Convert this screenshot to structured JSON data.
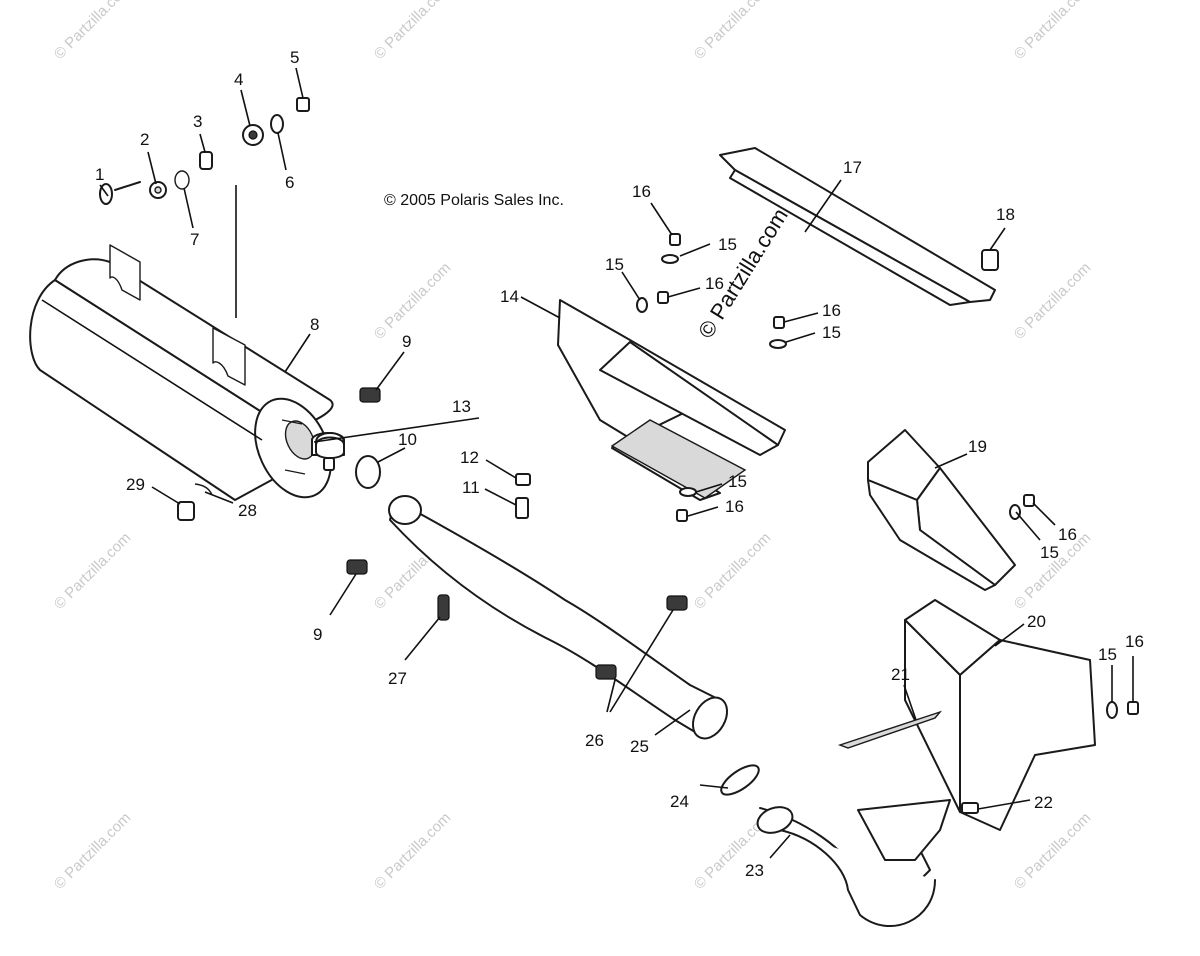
{
  "copyright": "© 2005 Polaris Sales Inc.",
  "diagonal_watermark": "© Partzilla.com",
  "background_watermark": "© Partzilla.com",
  "callouts": {
    "p1": "1",
    "p2": "2",
    "p3": "3",
    "p4": "4",
    "p5": "5",
    "p6": "6",
    "p7": "7",
    "p8": "8",
    "p9a": "9",
    "p9b": "9",
    "p10": "10",
    "p11": "11",
    "p12": "12",
    "p13": "13",
    "p14": "14",
    "p15a": "15",
    "p15b": "15",
    "p15c": "15",
    "p15d": "15",
    "p15e": "15",
    "p15f": "15",
    "p16a": "16",
    "p16b": "16",
    "p16c": "16",
    "p16d": "16",
    "p16e": "16",
    "p16f": "16",
    "p17": "17",
    "p18": "18",
    "p19": "19",
    "p20": "20",
    "p21": "21",
    "p22": "22",
    "p23": "23",
    "p24": "24",
    "p25": "25",
    "p26": "26",
    "p27": "27",
    "p28": "28",
    "p29": "29"
  }
}
